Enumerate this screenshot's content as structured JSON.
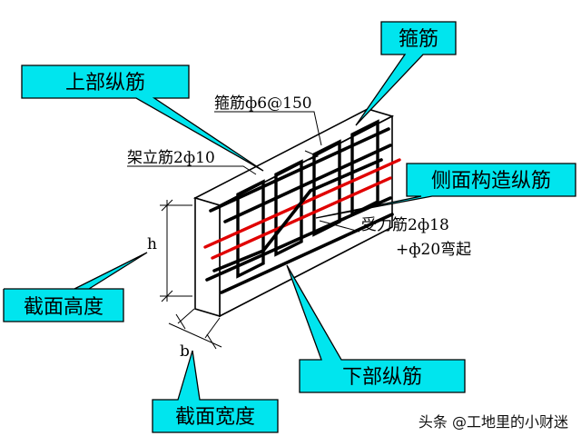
{
  "callouts": {
    "top_longitudinal": "上部纵筋",
    "stirrup": "箍筋",
    "side_longitudinal": "侧面构造纵筋",
    "section_height": "截面高度",
    "bottom_longitudinal": "下部纵筋",
    "section_width": "截面宽度"
  },
  "annotations": {
    "stirrup_spec": "箍筋ф6@150",
    "erection_bar": "架立筋2ф10",
    "main_bar": "受力筋2ф18",
    "bent_bar": "+ф20弯起",
    "height_symbol": "h",
    "width_symbol": "b"
  },
  "watermark": "头条 @工地里的小财迷",
  "colors": {
    "callout_fill": "#00E5EE",
    "callout_stroke": "#000000",
    "side_bar": "#E00000",
    "bar": "#000000"
  }
}
